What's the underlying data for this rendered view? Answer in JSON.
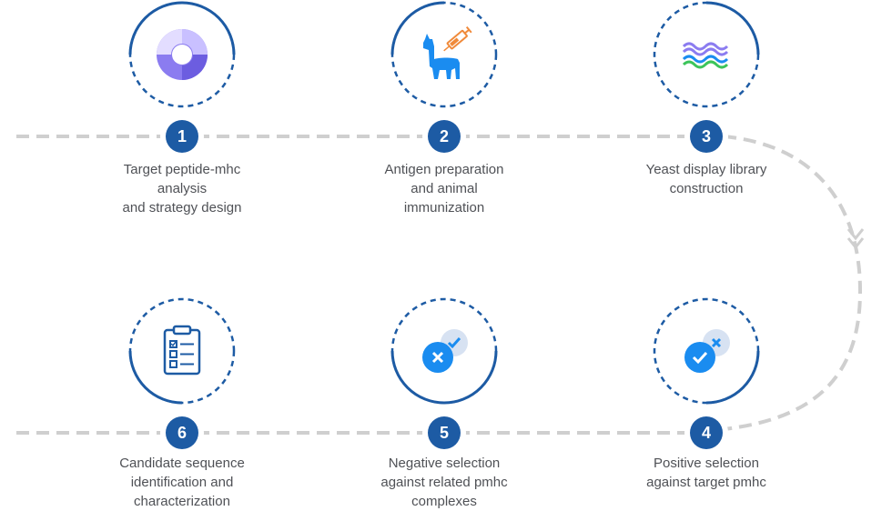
{
  "colors": {
    "ring": "#1d5ba4",
    "badge": "#1d5ba4",
    "connector": "#cfcfcf",
    "text": "#4f5156",
    "accent_blue": "#1a8cf0",
    "accent_purple": "#8b7cf0",
    "accent_green": "#3cc45a",
    "accent_orange": "#f08a3a"
  },
  "steps": [
    {
      "number": "1",
      "icon": "peptide-mhc-donut-icon",
      "lines": [
        "Target peptide-mhc",
        "analysis",
        "and",
        "strategy design"
      ]
    },
    {
      "number": "2",
      "icon": "llama-syringe-icon",
      "lines": [
        "Antigen preparation",
        "and animal",
        "immunization"
      ]
    },
    {
      "number": "3",
      "icon": "dna-waves-icon",
      "lines": [
        "Yeast display library",
        "construction"
      ]
    },
    {
      "number": "4",
      "icon": "check-cross-icon",
      "lines": [
        "Positive selection",
        "against target pmhc"
      ]
    },
    {
      "number": "5",
      "icon": "cross-check-icon",
      "lines": [
        "Negative selection",
        "against related pmhc",
        "complexes"
      ]
    },
    {
      "number": "6",
      "icon": "clipboard-checklist-icon",
      "lines": [
        "Candidate sequence",
        "identification and",
        "characterization"
      ]
    }
  ]
}
